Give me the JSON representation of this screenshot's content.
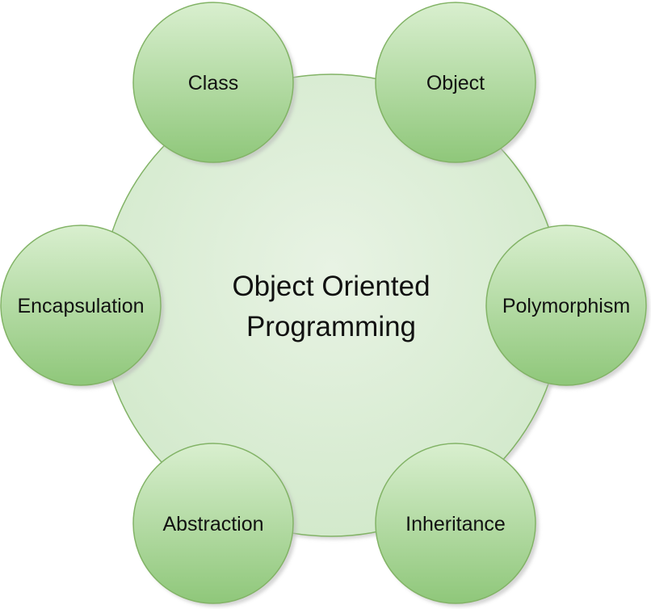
{
  "center": {
    "lines": [
      "Object Oriented",
      "Programming"
    ]
  },
  "concepts": [
    {
      "label": "Class"
    },
    {
      "label": "Object"
    },
    {
      "label": "Polymorphism"
    },
    {
      "label": "Inheritance"
    },
    {
      "label": "Abstraction"
    },
    {
      "label": "Encapsulation"
    }
  ],
  "colors": {
    "fill_light": "#e8f3e4",
    "fill_center": "#d2e9cb",
    "fill_node_top": "#d9efcf",
    "fill_node_bottom": "#8fc77a",
    "stroke": "#82b366",
    "shadow": "#b8b8b8"
  }
}
